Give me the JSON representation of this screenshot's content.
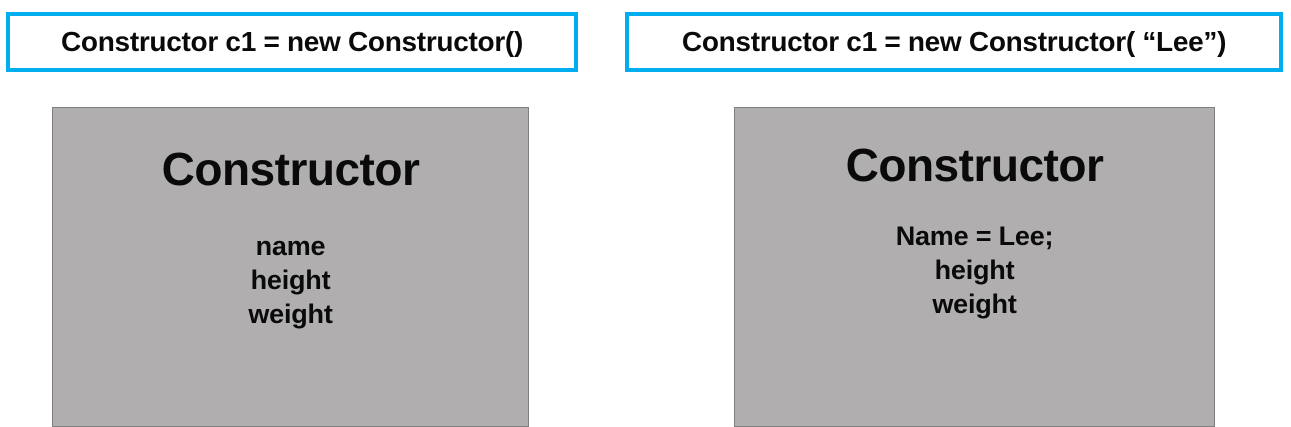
{
  "theme": {
    "accent_blue": "#00AEEF",
    "object_fill": "#B0AEAE",
    "object_border": "#7F7F7F",
    "text_color": "#0A0A0A",
    "background": "#FFFFFF"
  },
  "columns": [
    {
      "id": "default-constructor",
      "code_label": "Constructor c1 = new Constructor()",
      "object": {
        "title": "Constructor",
        "fields": [
          "name",
          "height",
          "weight"
        ]
      }
    },
    {
      "id": "parameterized-constructor",
      "code_label": "Constructor c1 = new Constructor( “Lee”)",
      "object": {
        "title": "Constructor",
        "fields": [
          "Name = Lee;",
          "height",
          "weight"
        ]
      }
    }
  ]
}
